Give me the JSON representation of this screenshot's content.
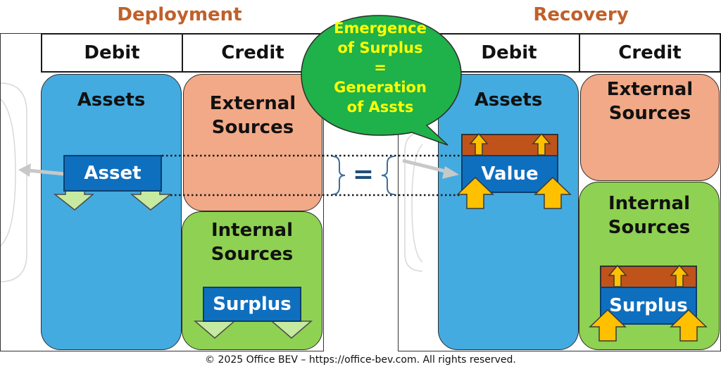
{
  "deployment": {
    "title": "Deployment",
    "debit_label": "Debit",
    "credit_label": "Credit",
    "assets_label": "Assets",
    "external_label": [
      "External",
      "Sources"
    ],
    "internal_label": [
      "Internal",
      "Sources"
    ],
    "asset_label": "Asset",
    "surplus_label": "Surplus"
  },
  "recovery": {
    "title": "Recovery",
    "debit_label": "Debit",
    "credit_label": "Credit",
    "assets_label": "Assets",
    "external_label": [
      "External",
      "Sources"
    ],
    "internal_label": [
      "Internal",
      "Sources"
    ],
    "value_label": "Value",
    "surplus_label": "Surplus"
  },
  "callout": {
    "lines": [
      "Emergence",
      "of Surplus",
      "=",
      "Generation",
      "of Assts"
    ]
  },
  "equals_sign": "=",
  "footer": "© 2025 Office BEV – https://office-bev.com. All rights reserved.",
  "colors": {
    "title": "#c0602a",
    "assets_blue": "#44abe0",
    "external_salmon": "#f2a987",
    "internal_green": "#8fd152",
    "dark_blue": "#0f6fbf",
    "brown": "#c0531a",
    "arrow_green": "#c6eaa0",
    "arrow_orange": "#ffc000",
    "callout_green": "#1fb14a",
    "callout_text": "#ffff00"
  }
}
